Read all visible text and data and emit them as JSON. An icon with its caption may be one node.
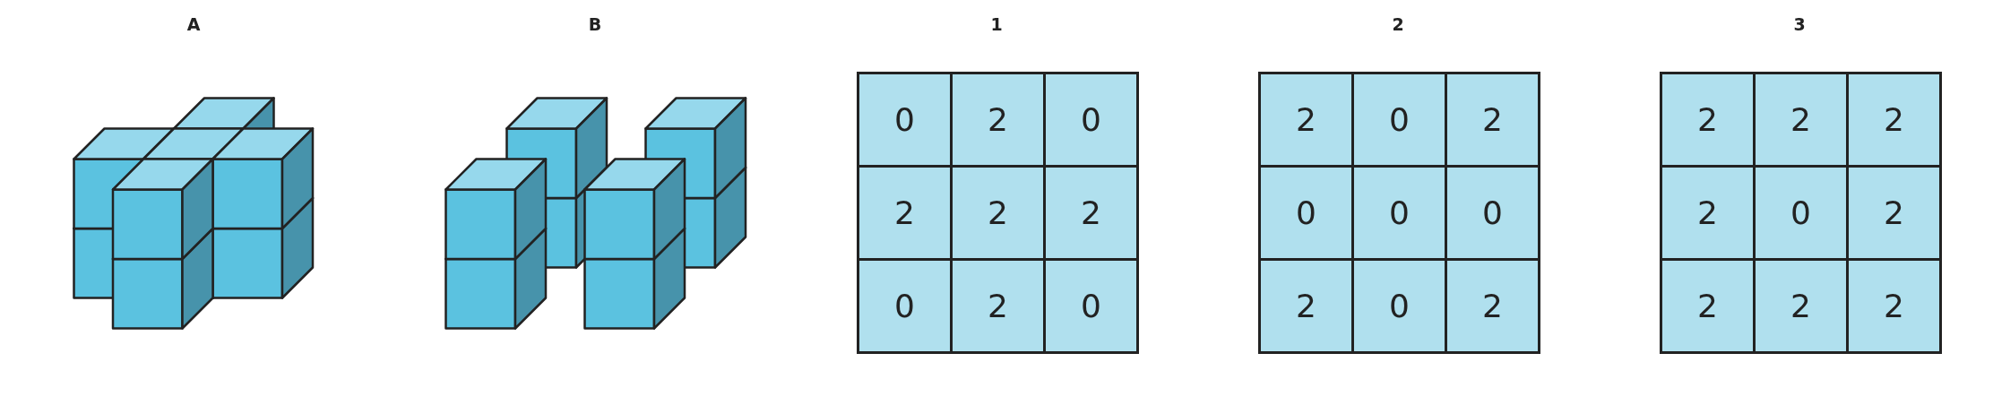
{
  "diagram": {
    "labels": [
      "A",
      "B",
      "1",
      "0",
      "2",
      "0",
      "2",
      "2",
      "2",
      "0",
      "2",
      "0",
      "2",
      "2",
      "0",
      "2",
      "0",
      "0",
      "0",
      "2",
      "0",
      "2",
      "3",
      "2",
      "2",
      "2",
      "2",
      "0",
      "2",
      "2",
      "2",
      "2"
    ]
  }
}
